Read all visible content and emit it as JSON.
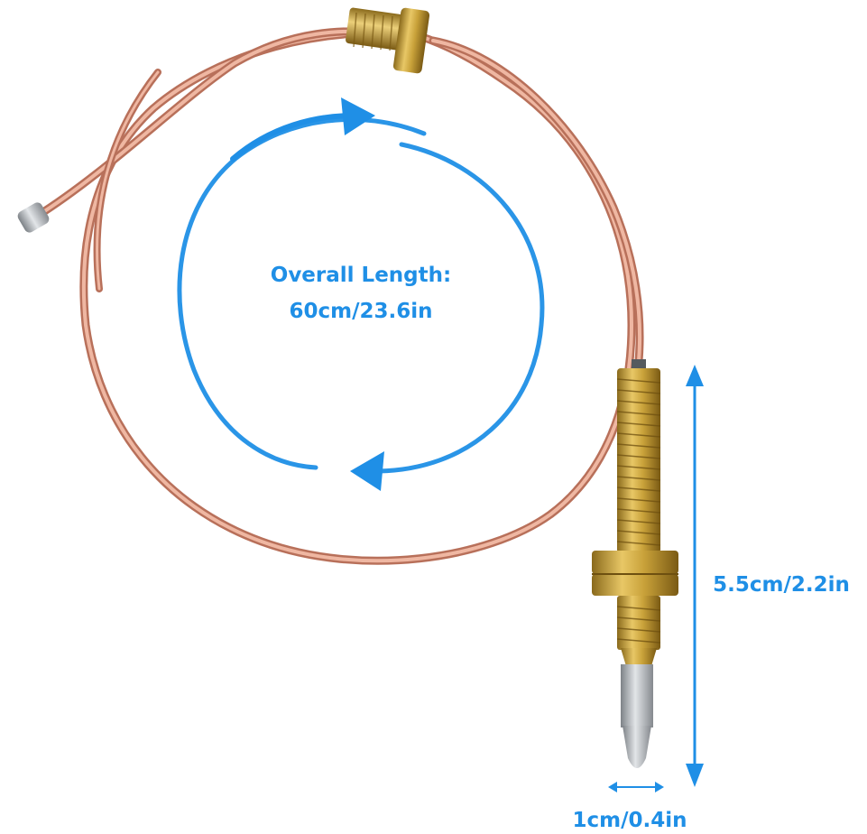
{
  "labels": {
    "overall_length_title": "Overall Length:",
    "overall_length_value": "60cm/23.6in",
    "probe_length": "5.5cm/2.2in",
    "probe_diameter": "1cm/0.4in"
  },
  "colors": {
    "accent": "#1f8fe6",
    "copper": "#d99680",
    "brass": "#c9a23a",
    "steel": "#b8bcc0"
  },
  "icons": [
    "arc-arrow-icon",
    "dimension-arrow-icon"
  ]
}
